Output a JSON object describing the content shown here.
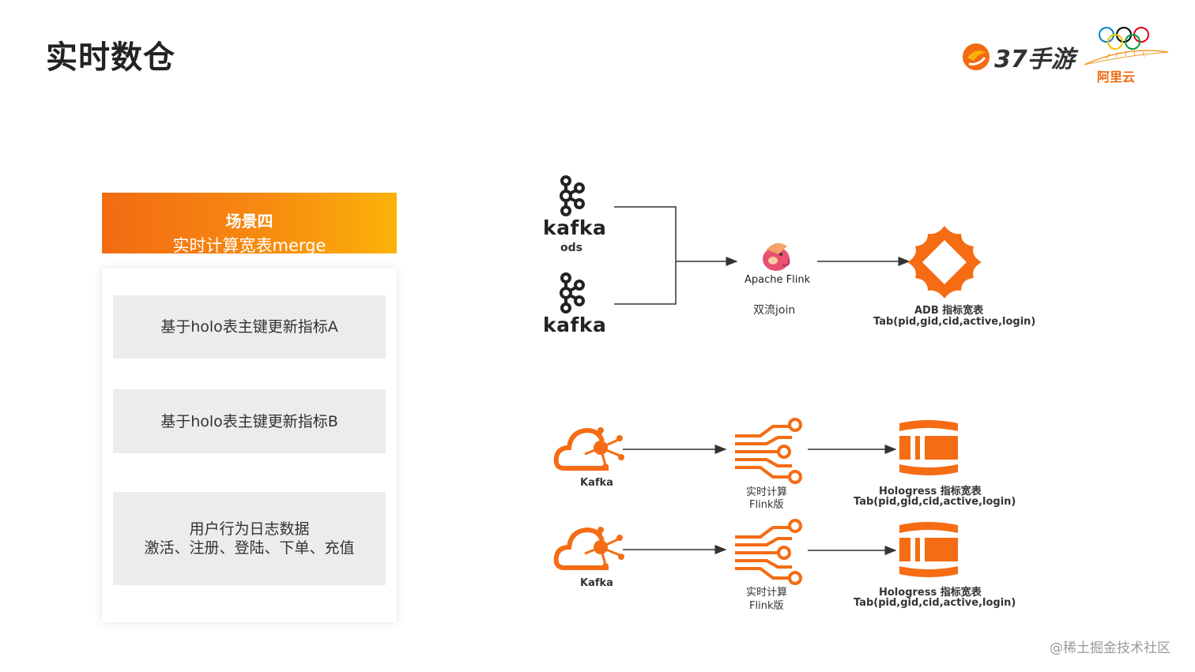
{
  "slide": {
    "title": "实时数仓"
  },
  "header": {
    "brand_text": "37手游",
    "partner_text": "阿里云"
  },
  "scene": {
    "heading": "场景四",
    "subheading": "实时计算宽表merge",
    "items": [
      {
        "lines": [
          "基于holo表主键更新指标A"
        ]
      },
      {
        "lines": [
          "基于holo表主键更新指标B"
        ]
      },
      {
        "lines": [
          "用户行为日志数据",
          "激活、注册、登陆、下单、充值"
        ]
      }
    ]
  },
  "flow_top": {
    "kafka_word": "kafka",
    "ods": "ods",
    "flink_label": "Apache Flink",
    "join_label": "双流join",
    "adb_title": "ADB 指标宽表",
    "adb_fields": "Tab(pid,gid,cid,active,login)"
  },
  "flow_rows": [
    {
      "source": "Kafka",
      "compute_1": "实时计算",
      "compute_2": "Flink版",
      "target_title": "Hologress 指标宽表",
      "target_fields": "Tab(pid,gid,cid,active,login)"
    },
    {
      "source": "Kafka",
      "compute_1": "实时计算",
      "compute_2": "Flink版",
      "target_title": "Hologress 指标宽表",
      "target_fields": "Tab(pid,gid,cid,active,login)"
    }
  ],
  "watermark": "@稀土掘金技术社区",
  "colors": {
    "accent": "#f26b12",
    "accent_light": "#fcb20a",
    "card_bg": "#ececec",
    "line": "#333333"
  },
  "icons": [
    "kafka-logo-icon",
    "flink-squirrel-icon",
    "adb-diamond-icon",
    "cloud-kafka-icon",
    "realtime-compute-icon",
    "hologres-icon",
    "olympic-rings-icon",
    "brand-logo-icon"
  ]
}
